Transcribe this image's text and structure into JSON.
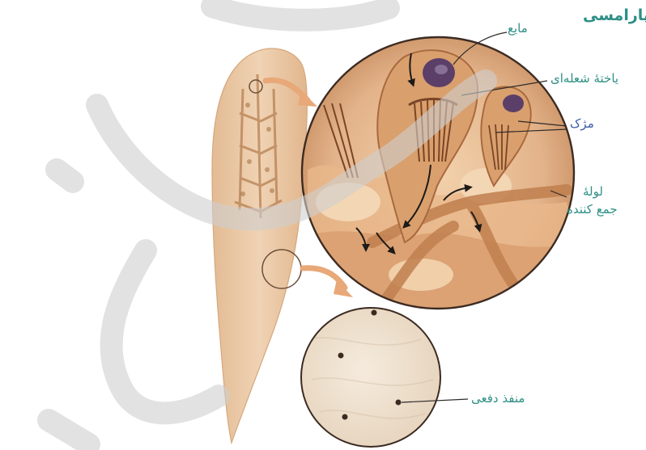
{
  "title": "پارامسی",
  "labels": {
    "fluid": "مایع",
    "flame_cell": "یاختهٔ شعله‌ای",
    "cilia": "مژک",
    "collecting_tube_line1": "لولهٔ",
    "collecting_tube_line2": "جمع کننده",
    "excretory_pore": "منفذ دفعی"
  },
  "colors": {
    "label_teal": "#2e8f86",
    "label_blue": "#3b5aa6",
    "body_fill": "#e9c9a6",
    "tissue": "#e8b98a",
    "tubule": "#a9693e",
    "nucleus": "#5b3f68",
    "arrow": "#e8a878",
    "watermark": "#d0d0d0"
  }
}
